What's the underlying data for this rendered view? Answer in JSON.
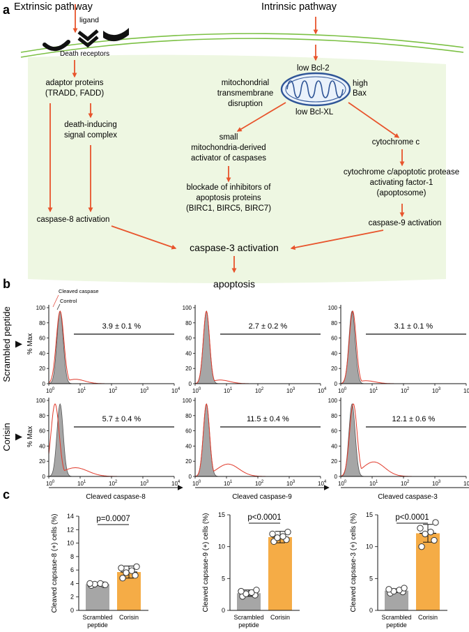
{
  "panel_labels": [
    "a",
    "b",
    "c"
  ],
  "panel_a": {
    "titles": {
      "extrinsic": "Extrinsic pathway",
      "intrinsic": "Intrinsic pathway"
    },
    "membrane_labels": {
      "ligand": "ligand",
      "death_receptors": "Death receptors"
    },
    "mito_labels": {
      "bcl2": "low Bcl-2",
      "bclxl": "low Bcl-XL",
      "high": "high",
      "bax": "Bax"
    },
    "nodes": {
      "adaptor": [
        "adaptor proteins",
        "(TRADD, FADD)"
      ],
      "disc": [
        "death-inducing",
        "signal complex"
      ],
      "casp8": [
        "caspase-8 activation"
      ],
      "mito_disruption": [
        "mitochondrial",
        "transmembrane",
        "disruption"
      ],
      "smac": [
        "small",
        "mitochondria-derived",
        "activator of caspases"
      ],
      "iap": [
        "blockade of inhibitors of",
        "apoptosis proteins",
        "(BIRC1, BIRC5, BIRC7)"
      ],
      "cytc": [
        "cytochrome c"
      ],
      "apaf": [
        "cytochrome c/apoptotic protease",
        "activating factor-1",
        "(apoptosome)"
      ],
      "casp9": [
        "caspase-9 activation"
      ],
      "casp3": [
        "caspase-3 activation"
      ],
      "apoptosis": [
        "apoptosis"
      ]
    },
    "colors": {
      "arrow": "#e8542c",
      "membrane": "#7bc043",
      "cytoplasm": "#eef7e2",
      "mito": "#2f5597"
    }
  },
  "panel_b": {
    "row_labels": [
      "Scrambled peptide",
      "Corisin"
    ],
    "y_axis_label": "% Max",
    "y_ticks": [
      "0",
      "20",
      "40",
      "60",
      "80",
      "100"
    ],
    "x_ticks": [
      {
        "base": "10",
        "exp": "0"
      },
      {
        "base": "10",
        "exp": "1"
      },
      {
        "base": "10",
        "exp": "2"
      },
      {
        "base": "10",
        "exp": "3"
      },
      {
        "base": "10",
        "exp": "4"
      }
    ],
    "x_labels": [
      "Cleaved caspase-8",
      "Cleaved caspase-9",
      "Cleaved caspase-3"
    ],
    "legend": {
      "cleaved": "Cleaved caspase",
      "control": "Control"
    },
    "stats": [
      [
        "3.9 ± 0.1 %",
        "2.7 ± 0.2 %",
        "3.1 ± 0.1 %"
      ],
      [
        "5.7 ± 0.4 %",
        "11.5 ± 0.4 %",
        "12.1 ± 0.6 %"
      ]
    ],
    "colors": {
      "control_fill": "#a6a6a6",
      "cleaved_line": "#e0392a"
    }
  },
  "chart_data": [
    {
      "type": "bar",
      "ylabel": "Cleaved capsase-8 (+) cells (%)",
      "categories": [
        "Scrambled peptide",
        "Corisin"
      ],
      "category_lines": [
        [
          "Scrambled",
          "peptide"
        ],
        [
          "Corisin"
        ]
      ],
      "values": [
        3.9,
        5.7
      ],
      "errors": [
        0.2,
        0.9
      ],
      "points": [
        [
          3.7,
          3.8,
          3.9,
          4.0,
          4.0,
          3.8
        ],
        [
          4.8,
          5.2,
          5.6,
          5.9,
          6.3,
          6.5
        ]
      ],
      "ylim": [
        0,
        14
      ],
      "yticks": [
        0,
        2,
        4,
        6,
        8,
        10,
        12,
        14
      ],
      "p_value": "p=0.0007",
      "colors": [
        "#a6a6a6",
        "#f5ac46"
      ]
    },
    {
      "type": "bar",
      "ylabel": "Cleaved capsase-9 (+) cells (%)",
      "categories": [
        "Scrambled peptide",
        "Corisin"
      ],
      "category_lines": [
        [
          "Scrambled",
          "peptide"
        ],
        [
          "Corisin"
        ]
      ],
      "values": [
        2.7,
        11.5
      ],
      "errors": [
        0.5,
        0.9
      ],
      "points": [
        [
          2.2,
          2.4,
          2.6,
          2.8,
          3.0,
          3.2
        ],
        [
          10.8,
          11.1,
          11.4,
          11.6,
          12.0,
          12.3
        ]
      ],
      "ylim": [
        0,
        15
      ],
      "yticks": [
        0,
        5,
        10,
        15
      ],
      "p_value": "p<0.0001",
      "colors": [
        "#a6a6a6",
        "#f5ac46"
      ]
    },
    {
      "type": "bar",
      "ylabel": "Cleaved capsase-3 (+) cells (%)",
      "categories": [
        "Scrambled peptide",
        "Corisin"
      ],
      "category_lines": [
        [
          "Scrambled",
          "peptide"
        ],
        [
          "Corisin"
        ]
      ],
      "values": [
        3.1,
        12.1
      ],
      "errors": [
        0.3,
        1.4
      ],
      "points": [
        [
          2.7,
          2.9,
          3.0,
          3.2,
          3.3,
          3.5
        ],
        [
          10.0,
          11.0,
          12.0,
          12.3,
          12.9,
          13.8
        ]
      ],
      "ylim": [
        0,
        15
      ],
      "yticks": [
        0,
        5,
        10,
        15
      ],
      "p_value": "p<0.0001",
      "colors": [
        "#a6a6a6",
        "#f5ac46"
      ]
    }
  ]
}
